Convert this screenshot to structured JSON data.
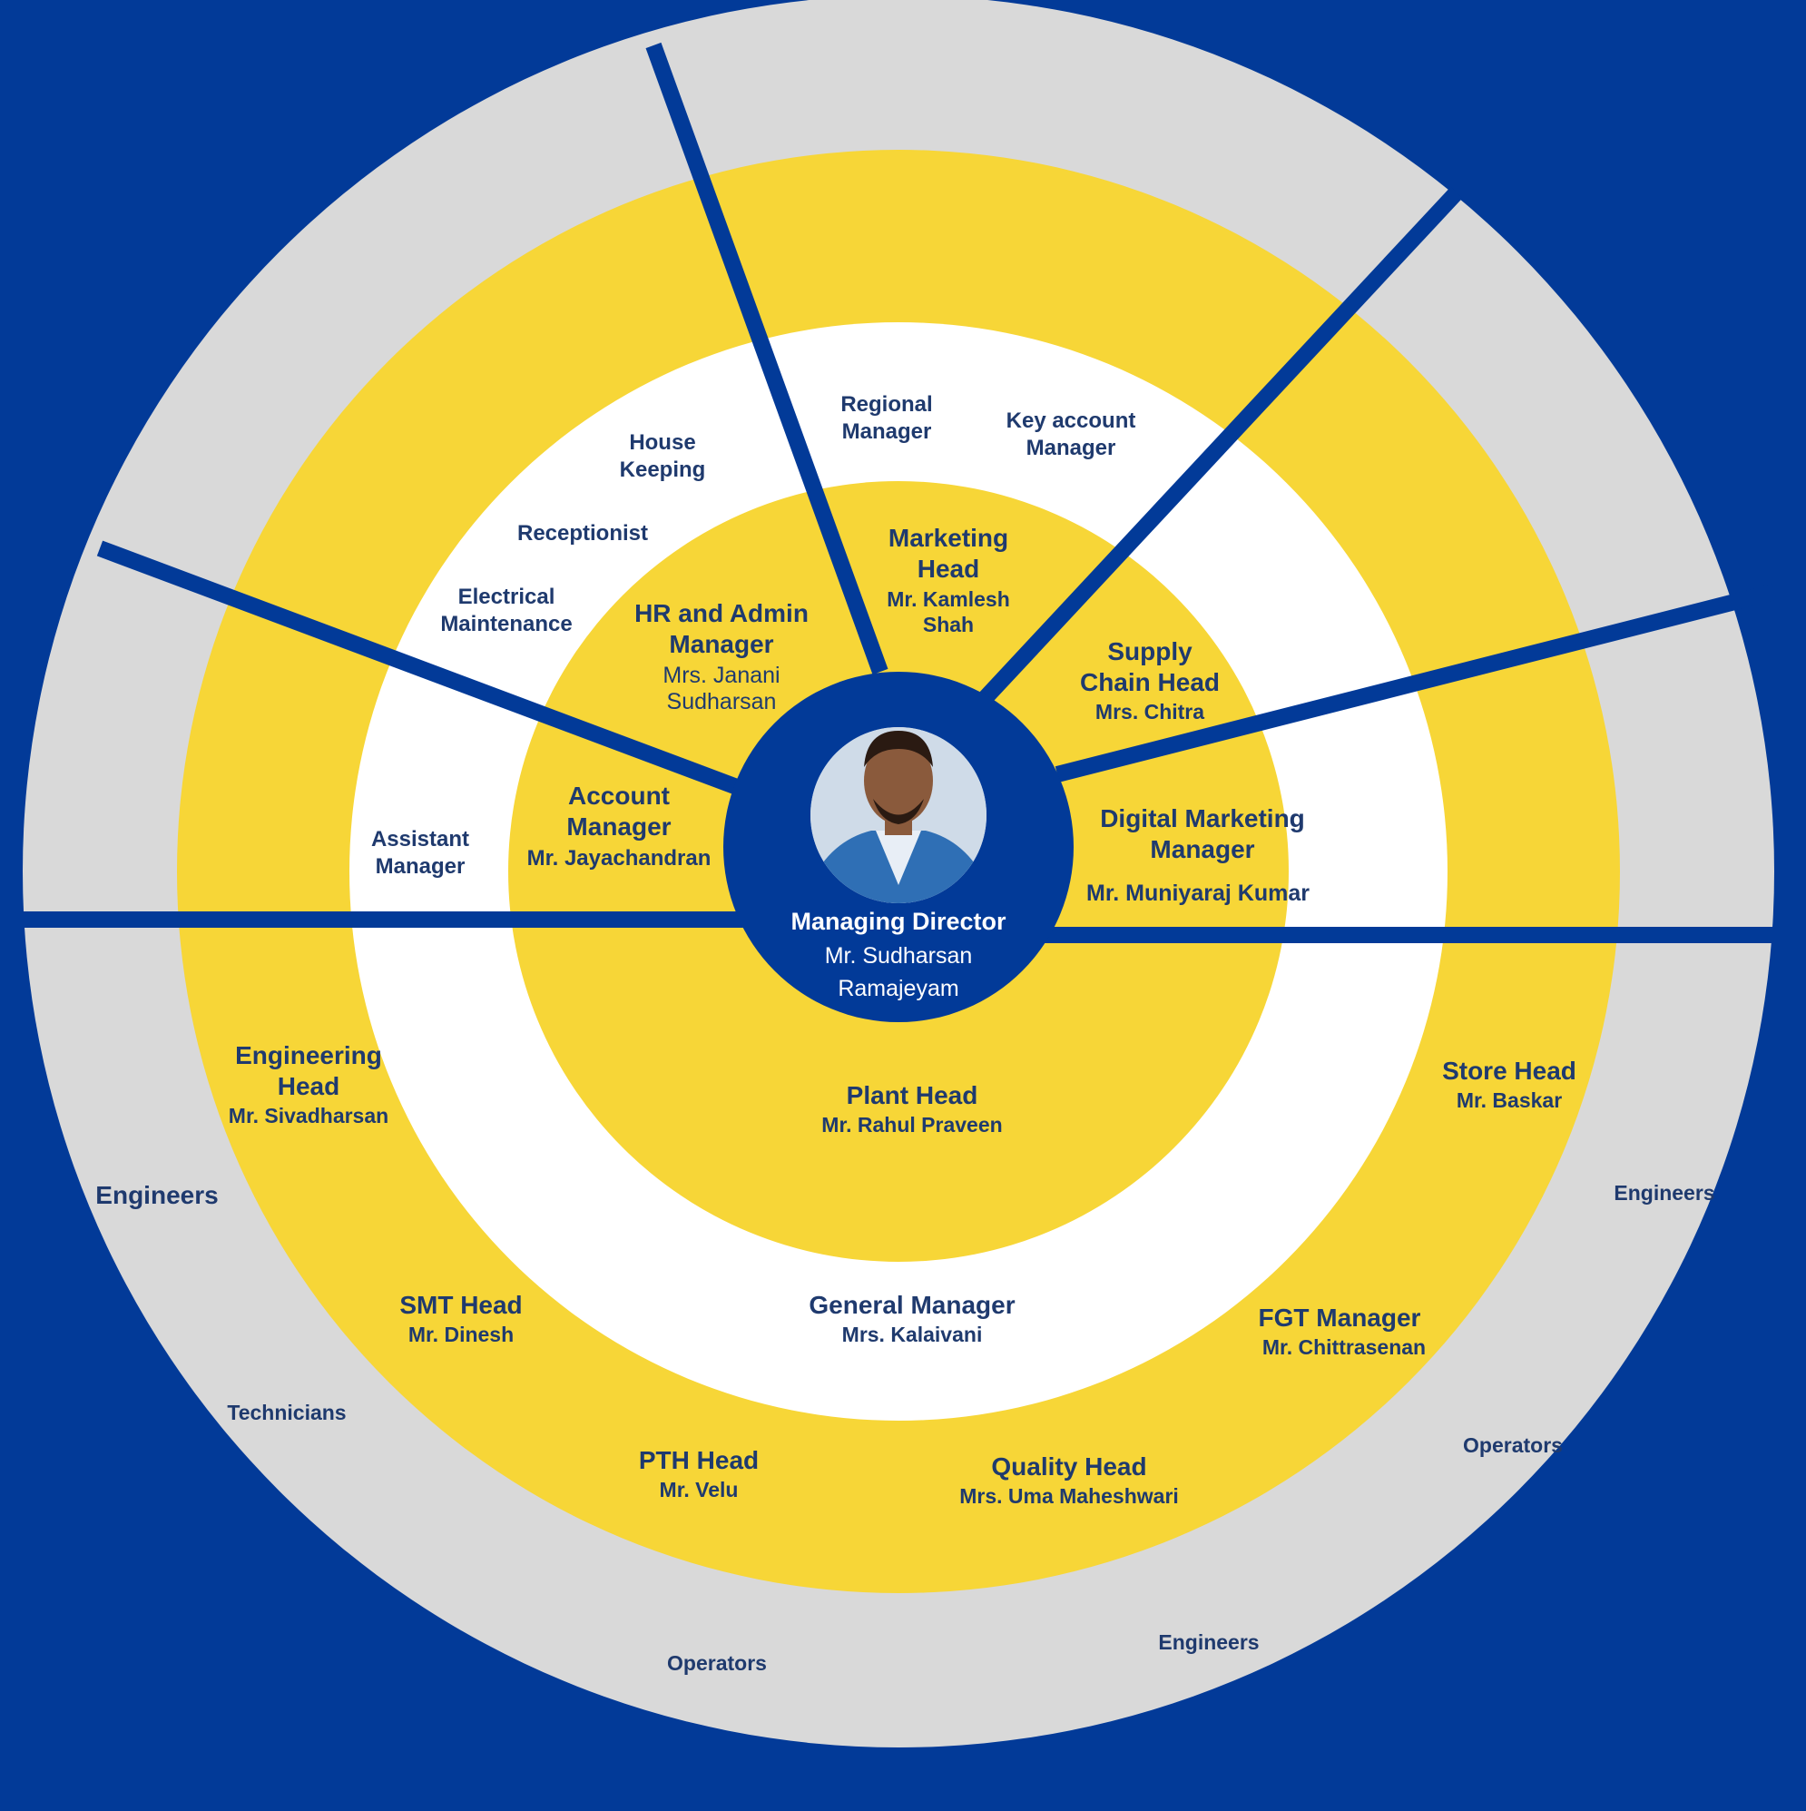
{
  "colors": {
    "background": "#023a98",
    "outer_ring": "#d9d9d9",
    "yellow": "#f7d637",
    "white": "#ffffff",
    "text_navy": "#1f3a6e",
    "center_text": "#ffffff"
  },
  "center": {
    "role": "Managing Director",
    "name_line1": "Mr. Sudharsan",
    "name_line2": "Ramajeyam",
    "avatar_icon": "person-photo-icon"
  },
  "heads": {
    "marketing": {
      "title1": "Marketing",
      "title2": "Head",
      "name1": "Mr. Kamlesh",
      "name2": "Shah"
    },
    "hr_admin": {
      "title1": "HR and Admin",
      "title2": "Manager",
      "name1": "Mrs. Janani",
      "name2": "Sudharsan"
    },
    "supply_chain": {
      "title1": "Supply",
      "title2": "Chain Head",
      "name": "Mrs. Chitra"
    },
    "account": {
      "title1": "Account",
      "title2": "Manager",
      "name": "Mr. Jayachandran"
    },
    "digital_marketing": {
      "title1": "Digital Marketing",
      "title2": "Manager",
      "name": "Mr. Muniyaraj Kumar"
    },
    "plant": {
      "title": "Plant Head",
      "name": "Mr. Rahul Praveen"
    }
  },
  "white_ring": {
    "regional_manager": [
      "Regional",
      "Manager"
    ],
    "key_account_manager": [
      "Key account",
      "Manager"
    ],
    "house_keeping": [
      "House",
      "Keeping"
    ],
    "receptionist": "Receptionist",
    "electrical_maintenance": [
      "Electrical",
      "Maintenance"
    ],
    "assistant_manager": [
      "Assistant",
      "Manager"
    ],
    "general_manager": {
      "title": "General Manager",
      "name": "Mrs. Kalaivani"
    }
  },
  "yellow_ring": {
    "engineering": {
      "title1": "Engineering",
      "title2": "Head",
      "name": "Mr. Sivadharsan"
    },
    "smt": {
      "title": "SMT Head",
      "name": "Mr. Dinesh"
    },
    "pth": {
      "title": "PTH Head",
      "name": "Mr. Velu"
    },
    "quality": {
      "title": "Quality Head",
      "name": "Mrs. Uma Maheshwari"
    },
    "fgt": {
      "title": "FGT Manager",
      "name": "Mr. Chittrasenan"
    },
    "store": {
      "title": "Store Head",
      "name": "Mr. Baskar"
    }
  },
  "outer_ring": {
    "engineers_left": "Engineers",
    "technicians": "Technicians",
    "operators_bottom": "Operators",
    "engineers_bottom": "Engineers",
    "operators_right": "Operators",
    "engineers_right": "Engineers"
  }
}
